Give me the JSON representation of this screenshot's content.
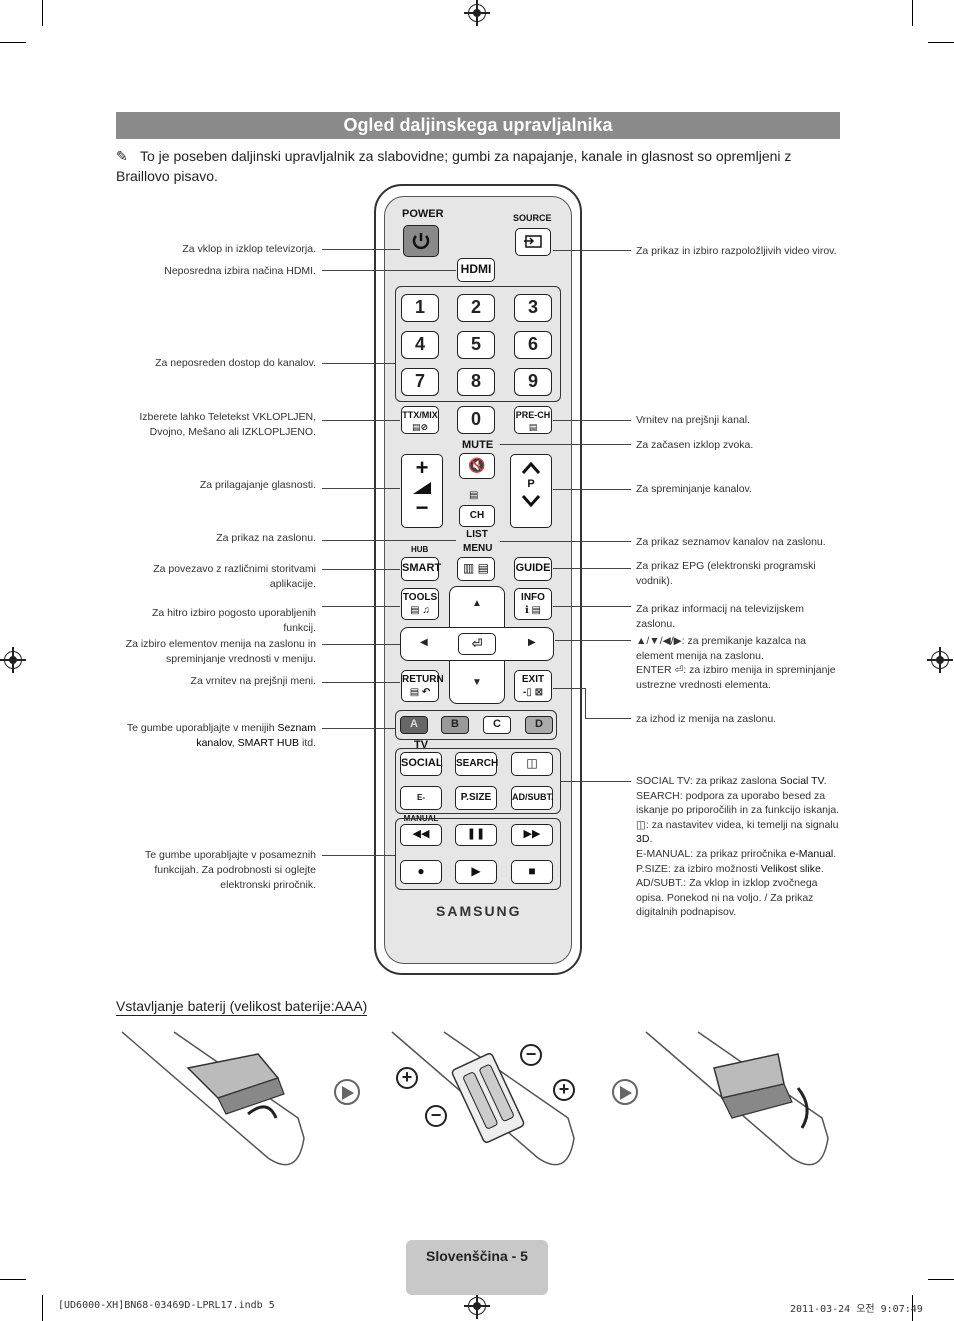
{
  "header": {
    "title": "Ogled daljinskega upravljalnika",
    "note": "To je poseben daljinski upravljalnik za slabovidne; gumbi za napajanje, kanale in glasnost so opremljeni z Braillovo pisavo."
  },
  "remote": {
    "power": "POWER",
    "source": "SOURCE",
    "hdmi": "HDMI",
    "digits": [
      "1",
      "2",
      "3",
      "4",
      "5",
      "6",
      "7",
      "8",
      "9"
    ],
    "zero": "0",
    "ttx": "TTX/MIX",
    "prech": "PRE-CH",
    "mute": "MUTE",
    "p": "P",
    "chlist": "CH LIST",
    "hub": "HUB",
    "menu": "MENU",
    "smart": "SMART",
    "guide": "GUIDE",
    "tools": "TOOLS",
    "info": "INFO",
    "return": "RETURN",
    "exit": "EXIT",
    "colors": [
      "A",
      "B",
      "C",
      "D"
    ],
    "tv": "TV",
    "social": "SOCIAL",
    "search": "SEARCH",
    "emanual": "E-MANUAL",
    "psize": "P.SIZE",
    "adsubt": "AD/SUBT.",
    "brand": "SAMSUNG"
  },
  "labels_left": {
    "power": "Za vklop in izklop televizorja.",
    "hdmi": "Neposredna izbira načina HDMI.",
    "digits": "Za neposreden dostop do kanalov.",
    "ttx": "Izberete lahko Teletekst VKLOPLJEN, Dvojno, Mešano ali IZKLOPLJENO.",
    "volume": "Za prilagajanje glasnosti.",
    "menu": "Za prikaz na zaslonu.",
    "smart": "Za povezavo z različnimi storitvami aplikacije.",
    "tools": "Za hitro izbiro pogosto uporabljenih funkcij.",
    "enter": "Za izbiro elementov menija na zaslonu in spreminjanje vrednosti v meniju.",
    "return": "Za vrnitev na prejšnji meni.",
    "colors_pre": "Te gumbe uporabljajte v menijih ",
    "colors_b1": "Seznam kanalov",
    "colors_sep": ", ",
    "colors_b2": "SMART HUB",
    "colors_post": " itd.",
    "playback": "Te gumbe uporabljajte v posameznih funkcijah. Za podrobnosti si oglejte elektronski priročnik."
  },
  "labels_right": {
    "source": "Za prikaz in izbiro razpoložljivih video virov.",
    "prech": "Vrnitev na prejšnji kanal.",
    "mute": "Za začasen izklop zvoka.",
    "channel": "Za spreminjanje kanalov.",
    "chlist": "Za prikaz seznamov kanalov na zaslonu.",
    "guide": "Za prikaz EPG (elektronski programski vodnik).",
    "info": "Za prikaz informacij na televizijskem zaslonu.",
    "arrows": "▲/▼/◀/▶: za premikanje kazalca na element menija na zaslonu.",
    "enter": "ENTER ⏎: za izbiro menija in spreminjanje ustrezne vrednosti elementa.",
    "exit": "za izhod iz menija na zaslonu.",
    "social_k": "SOCIAL TV",
    "social_t": ": za prikaz zaslona ",
    "social_b": "Social TV",
    "search_k": "SEARCH",
    "search_t": ": podpora za uporabo besed za iskanje po priporočilih in za funkcijo iskanja.",
    "threed_t": ": za nastavitev videa, ki temelji na signalu ",
    "threed_b": "3D",
    "emanual_k": "E-MANUAL",
    "emanual_t": ": za prikaz priročnika ",
    "emanual_b": "e-Manual",
    "psize_k": "P.SIZE",
    "psize_t": ": za izbiro možnosti ",
    "psize_b": "Velikost slike",
    "adsubt_k": "AD/SUBT.",
    "adsubt_t": ": Za vklop in izklop zvočnega opisa. Ponekod ni na voljo. / Za prikaz digitalnih podnapisov."
  },
  "battery": {
    "heading": "Vstavljanje baterij (velikost baterije:AAA)"
  },
  "footer": {
    "page": "Slovenščina - 5",
    "file": "[UD6000-XH]BN68-03469D-LPRL17.indb   5",
    "date": "2011-03-24   오전 9:07:49"
  }
}
